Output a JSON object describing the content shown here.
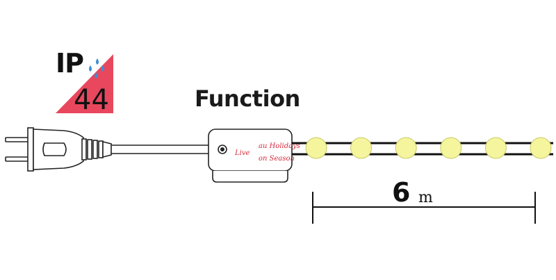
{
  "badge": {
    "ip_label": "IP",
    "rating": "44",
    "color": "#e8475e"
  },
  "controller": {
    "label": "Function"
  },
  "watermark": {
    "line1": "au Holidays",
    "line2": "Live",
    "line3": "on Season"
  },
  "length": {
    "value": "6",
    "unit": "m"
  },
  "bulbs": {
    "count": 6,
    "color": "#f4f59d"
  }
}
